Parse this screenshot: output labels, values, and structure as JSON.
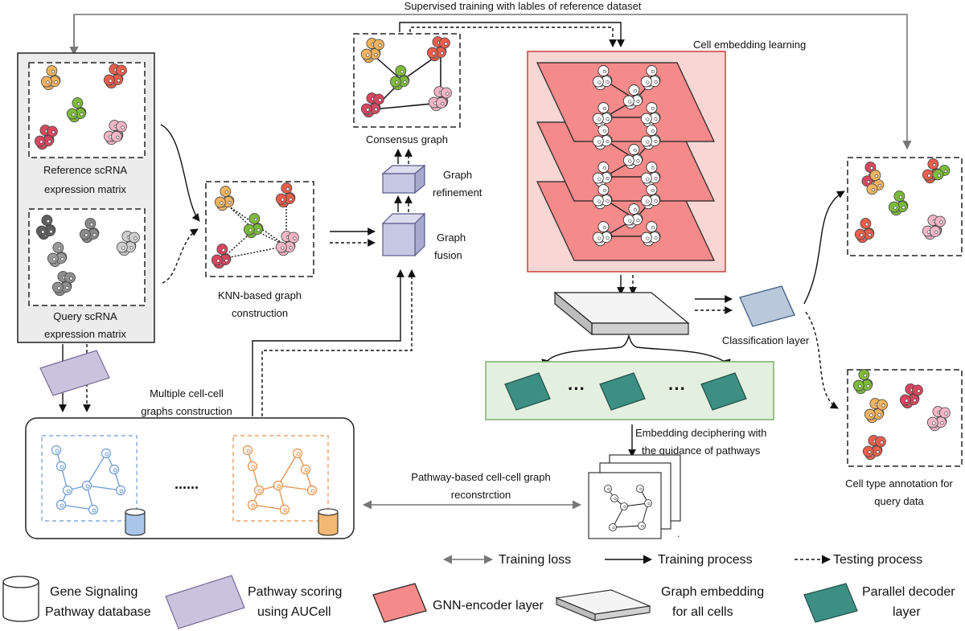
{
  "labels": {
    "top_supervised": "Supervised training with lables of reference dataset",
    "cell_embedding_learning": "Cell embedding learning",
    "reference_line1": "Reference scRNA",
    "reference_line2": "expression matrix",
    "query_line1": "Query scRNA",
    "query_line2": "expression matrix",
    "knn_line1": "KNN-based graph",
    "knn_line2": "construction",
    "consensus_graph": "Consensus graph",
    "refine_line1": "Graph",
    "refine_line2": "refinement",
    "fusion_line1": "Graph",
    "fusion_line2": "fusion",
    "classification_layer": "Classification layer",
    "multi_line1": "Multiple cell-cell",
    "multi_line2": "graphs construction",
    "graphs_ellipsis": "......",
    "decoder_dots_1": "···",
    "decoder_dots_2": "···",
    "decipher_line1": "Embedding deciphering with",
    "decipher_line2": "the guidance of pathways",
    "recon_line1": "Pathway-based cell-cell graph",
    "recon_line2": "reconstrction",
    "annotation_line1": "Cell type annotation for",
    "annotation_line2": "query data"
  },
  "legend": {
    "training_loss": "Training loss",
    "training_process": "Training process",
    "testing_process": "Testing process",
    "database_line1": "Gene Signaling",
    "database_line2": "Pathway database",
    "scoring_line1": "Pathway scoring",
    "scoring_line2": "using AUCell",
    "gnn_layer": "GNN-encoder layer",
    "embed_line1": "Graph embedding",
    "embed_line2": "for all cells",
    "decoder_line1": "Parallel decoder",
    "decoder_line2": "layer"
  },
  "colors": {
    "gnn_layer": "#f48a8a",
    "gnn_panel": "#f7d6d4",
    "decoder": "#3d8f83",
    "decoder_panel": "#e4f0df",
    "scoring": "#c9c3dd",
    "cube": "#c6c7e2",
    "classification": "#b9c8da",
    "cluster_orange": "#f2b35e",
    "cluster_red": "#ea5e4c",
    "cluster_green": "#7dbb3a",
    "cluster_crimson": "#d9475f",
    "cluster_pink": "#f2b6c6",
    "graph_blue": "#6b9bd6",
    "graph_orange": "#e88f45"
  }
}
